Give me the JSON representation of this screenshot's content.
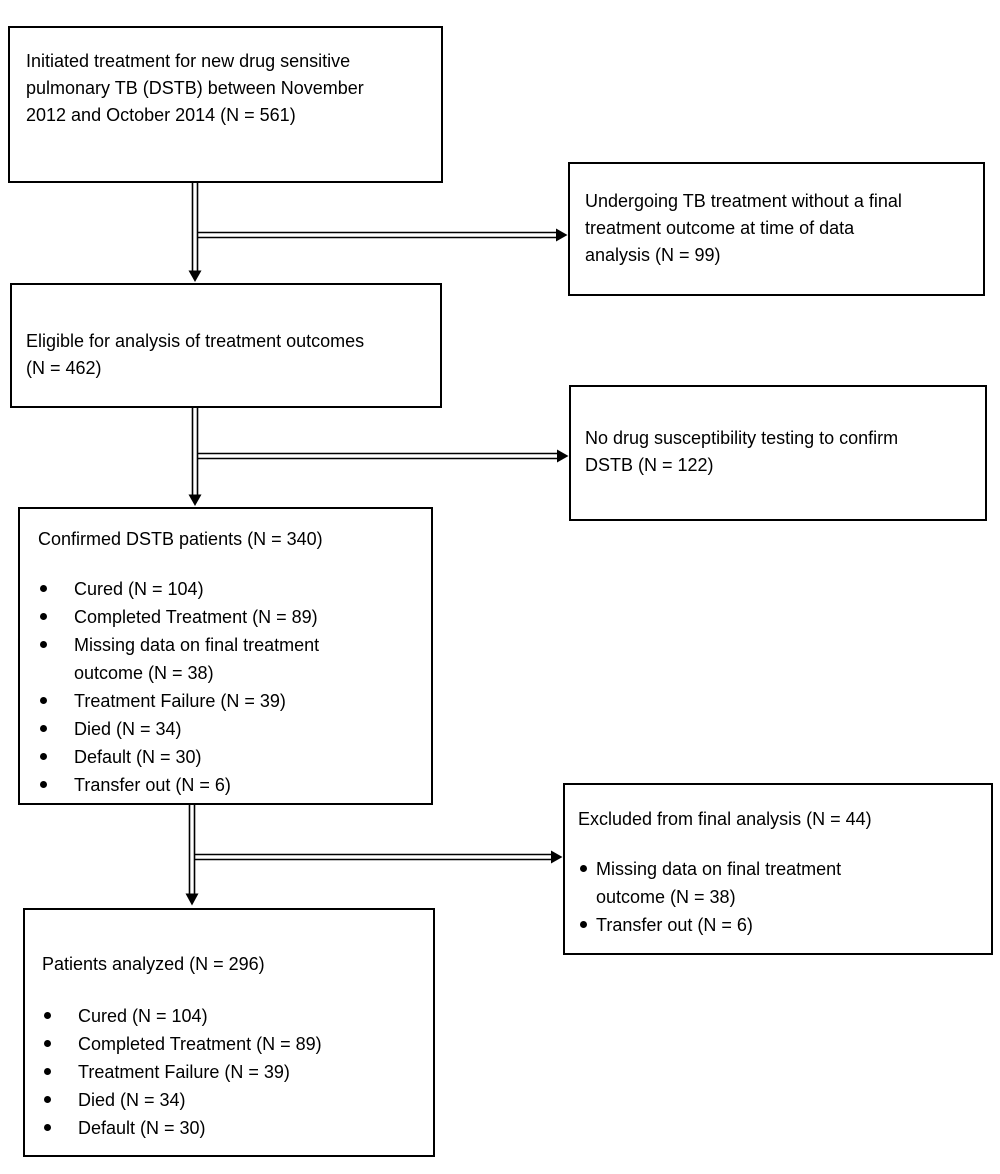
{
  "colors": {
    "background": "#ffffff",
    "line": "#000000",
    "text": "#000000"
  },
  "flowchart": {
    "box1": {
      "text": "Initiated treatment for new drug sensitive\npulmonary TB (DSTB) between November\n2012 and October 2014 (N = 561)"
    },
    "side1": {
      "text": "Undergoing TB treatment without a final\ntreatment outcome at time of data\nanalysis (N = 99)"
    },
    "box2": {
      "text": "Eligible for analysis of treatment outcomes\n(N = 462)"
    },
    "side2": {
      "text": "No drug susceptibility testing to confirm\nDSTB (N = 122)"
    },
    "box3": {
      "title": "Confirmed DSTB patients (N = 340)",
      "bullets": [
        "Cured (N = 104)",
        "Completed Treatment (N = 89)",
        "Missing data on final treatment\noutcome (N = 38)",
        "Treatment Failure (N = 39)",
        "Died (N = 34)",
        "Default (N = 30)",
        "Transfer out (N = 6)"
      ]
    },
    "side3": {
      "title": "Excluded from final analysis (N = 44)",
      "bullets": [
        "Missing data on final treatment\noutcome (N = 38)",
        "Transfer out (N = 6)"
      ]
    },
    "box4": {
      "title": "Patients analyzed (N = 296)",
      "bullets": [
        "Cured (N = 104)",
        "Completed Treatment (N = 89)",
        "Treatment Failure (N = 39)",
        "Died (N = 34)",
        "Default (N = 30)"
      ]
    }
  }
}
